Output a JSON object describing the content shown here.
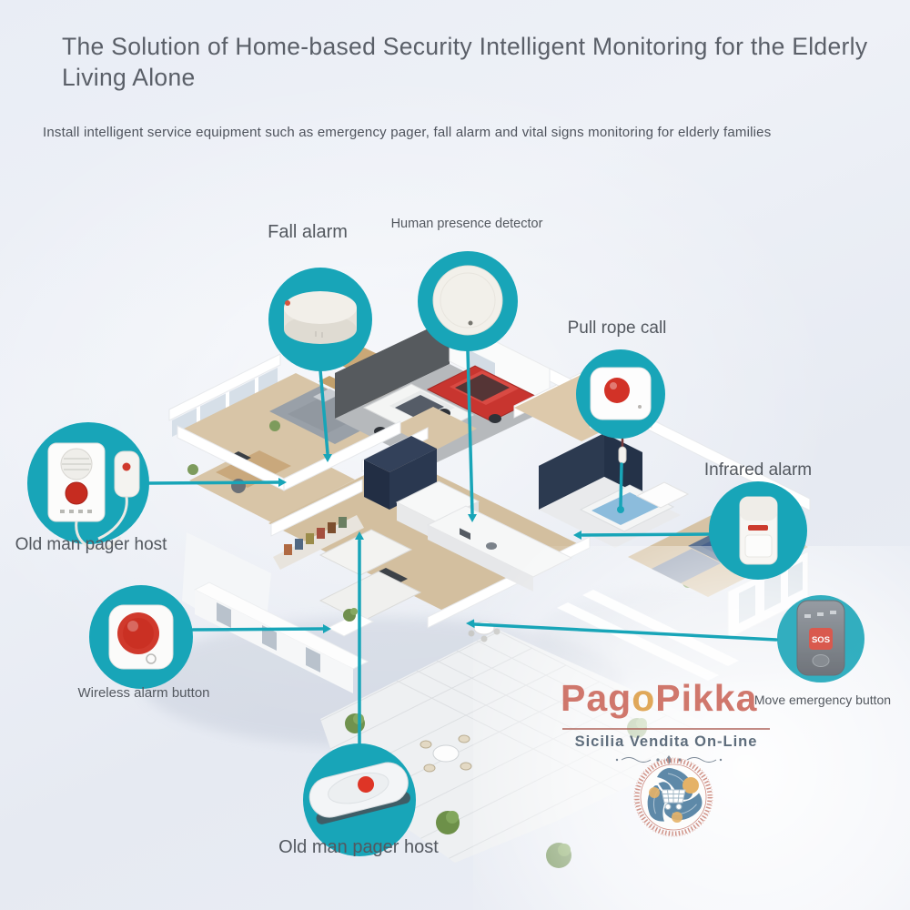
{
  "header": {
    "title_line1": "The Solution of Home-based Security Intelligent Monitoring for the Elderly",
    "title_line2": "Living Alone",
    "subtitle": "Install intelligent service equipment such as emergency pager, fall alarm and vital signs monitoring for elderly families"
  },
  "callouts": {
    "fall_alarm": {
      "label": "Fall alarm",
      "icon": "fall-alarm-puck-device-icon"
    },
    "human_presence": {
      "label": "Human presence detector",
      "icon": "presence-sensor-disc-icon"
    },
    "pull_rope": {
      "label": "Pull rope call",
      "icon": "pull-rope-button-icon"
    },
    "infrared": {
      "label": "Infrared alarm",
      "icon": "pir-motion-sensor-icon"
    },
    "pager_left": {
      "label": "Old man pager host",
      "icon": "wall-pager-with-remote-icon"
    },
    "wireless_button": {
      "label": "Wireless alarm button",
      "icon": "red-panic-button-icon"
    },
    "move_button": {
      "label": "Move emergency button",
      "icon": "mobile-sos-device-icon"
    },
    "pager_bottom": {
      "label": "Old man pager host",
      "icon": "desk-pager-device-icon"
    }
  },
  "device_texts": {
    "sos": "SOS"
  },
  "watermark": {
    "brand_seg1": "Pag",
    "brand_seg2": "o",
    "brand_seg3": "Pikka",
    "tagline": "Sicilia Vendita On-Line",
    "logo_icon": "trinacria-shopping-cart-seal-icon"
  },
  "colors": {
    "accent_teal": "#18a5b8",
    "label_gray": "#53585f",
    "title_gray": "#5a5f68",
    "brand_salmon": "#cd6e62",
    "brand_gold": "#dfa24e",
    "tagline_slate": "#5e6d7c",
    "alert_red": "#d23227",
    "house_navy": "#2d3b50",
    "garage_gray": "#565a5e"
  }
}
